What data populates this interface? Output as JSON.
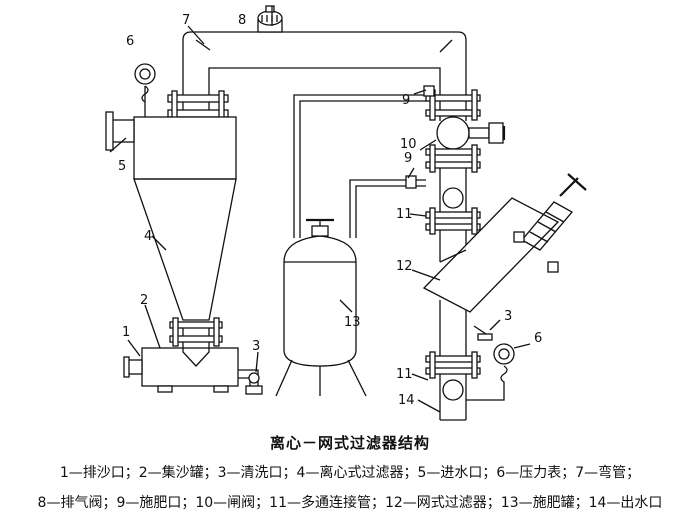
{
  "title": "离心－网式过滤器结构",
  "legend_line1": "1—排沙口；2—集沙罐；3—清洗口；4—离心式过滤器；5—进水口；6—压力表；7—弯管；",
  "legend_line2": "8—排气阀；9—施肥口；10—闸阀；11—多通连接管；12—网式过滤器；13—施肥罐；14—出水口",
  "labels": {
    "n1": "1",
    "n2": "2",
    "n3a": "3",
    "n3b": "3",
    "n4": "4",
    "n5": "5",
    "n6a": "6",
    "n6b": "6",
    "n7": "7",
    "n8": "8",
    "n9a": "9",
    "n9b": "9",
    "n10": "10",
    "n11a": "11",
    "n11b": "11",
    "n12": "12",
    "n13": "13",
    "n14": "14"
  }
}
